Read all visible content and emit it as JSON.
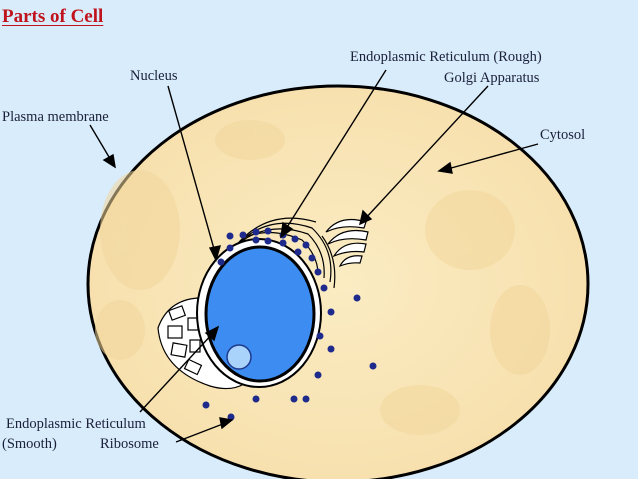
{
  "title": "Parts of Cell",
  "labels": {
    "nucleus": "Nucleus",
    "plasma_membrane": "Plasma membrane",
    "er_rough": "Endoplasmic Reticulum (Rough)",
    "golgi": "Golgi Apparatus",
    "cytosol": "Cytosol",
    "er_smooth_line1": "Endoplasmic Reticulum",
    "er_smooth_line2": "(Smooth)",
    "ribosome": "Ribosome"
  },
  "colors": {
    "background": "#d9ecfb",
    "title": "#c0141c",
    "cytoplasm": "#f9e6b2",
    "nucleus": "#3d8cf2",
    "nucleolus": "#a9d3fb",
    "ribosome": "#1e2a8c",
    "outline": "#000000"
  }
}
